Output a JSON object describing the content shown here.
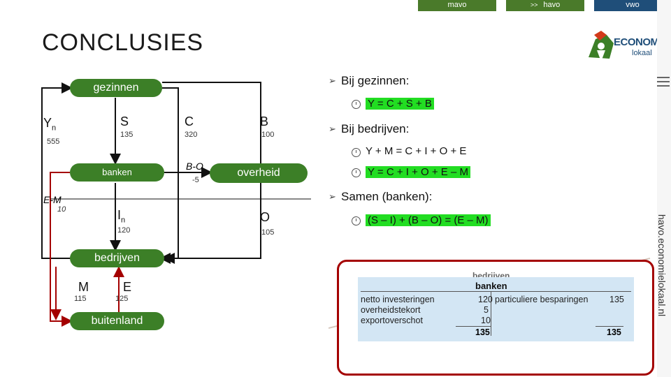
{
  "topnav": {
    "mavo": "mavo",
    "havo_prefix": ">>",
    "havo": "havo",
    "vwo": "vwo"
  },
  "page_title": "CONCLUSIES",
  "logo": {
    "main": "ECONOMIE",
    "sub": "lokaal"
  },
  "side_text": "havo.economielokaal.nl",
  "colors": {
    "nav_green": "#4a7a2a",
    "nav_blue": "#1f4e79",
    "box_green": "#3c7f27",
    "highlight": "#22dd22",
    "flow_black": "#111111",
    "flow_red": "#a40000"
  },
  "diagram": {
    "gezinnen": "gezinnen",
    "yn_main": "Y",
    "yn_sub": "n",
    "yn_value": "555",
    "s": "S",
    "s_value": "135",
    "c": "C",
    "c_value": "320",
    "b": "B",
    "b_value": "100",
    "banken": "banken",
    "bo": "B-O",
    "bo_value": "-5",
    "overheid": "overheid",
    "em": "E-M",
    "em_value": "10",
    "in_main": "I",
    "in_sub": "n",
    "in_value": "120",
    "o": "O",
    "o_value": "105",
    "bedrijven": "bedrijven",
    "m": "M",
    "m_value": "115",
    "e": "E",
    "e_value": "125",
    "buitenland": "buitenland"
  },
  "bullets": [
    {
      "text": "Bij gezinnen:",
      "subs": [
        "Y = C + S + B"
      ]
    },
    {
      "text": "Bij bedrijven:",
      "subs": [
        "Y + M = C + I + O + E",
        "Y = C + I + O + E – M"
      ]
    },
    {
      "text": "Samen (banken):",
      "subs": [
        "(S – I) + (B – O) = (E – M)"
      ]
    }
  ],
  "table": {
    "header_faded": "bedrijven",
    "header": "banken",
    "rows": [
      {
        "left": "netto investeringen",
        "left_value": "120",
        "right": "particuliere besparingen",
        "right_value": "135"
      },
      {
        "left": "overheidstekort",
        "left_value": "5",
        "right": "",
        "right_value": ""
      },
      {
        "left": "exportoverschot",
        "left_value": "10",
        "right": "",
        "right_value": ""
      }
    ],
    "total_left": "135",
    "total_right": "135"
  }
}
